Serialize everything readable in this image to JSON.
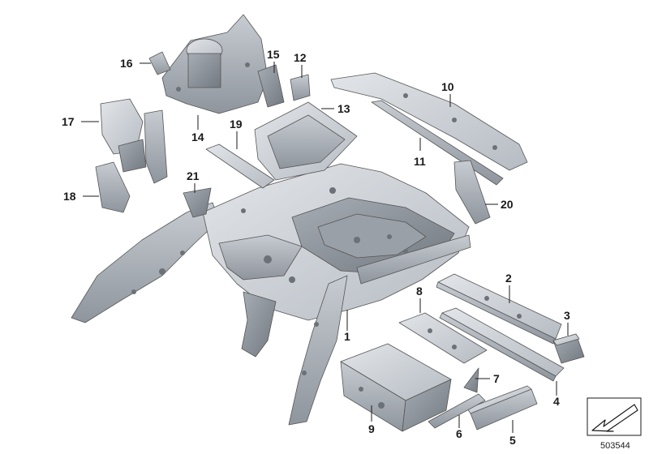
{
  "diagram": {
    "callouts": [
      "1",
      "2",
      "3",
      "4",
      "5",
      "6",
      "7",
      "8",
      "9",
      "10",
      "11",
      "12",
      "13",
      "14",
      "15",
      "16",
      "17",
      "18",
      "19",
      "20",
      "21"
    ],
    "reference_number": "503544",
    "colors": {
      "part_light": "#cfd3d8",
      "part_mid": "#aeb4bb",
      "part_dark": "#868c94",
      "outline": "#555555",
      "text": "#1a1a1a"
    },
    "icons": {
      "corner_badge": "arrow-down-left-icon"
    }
  }
}
